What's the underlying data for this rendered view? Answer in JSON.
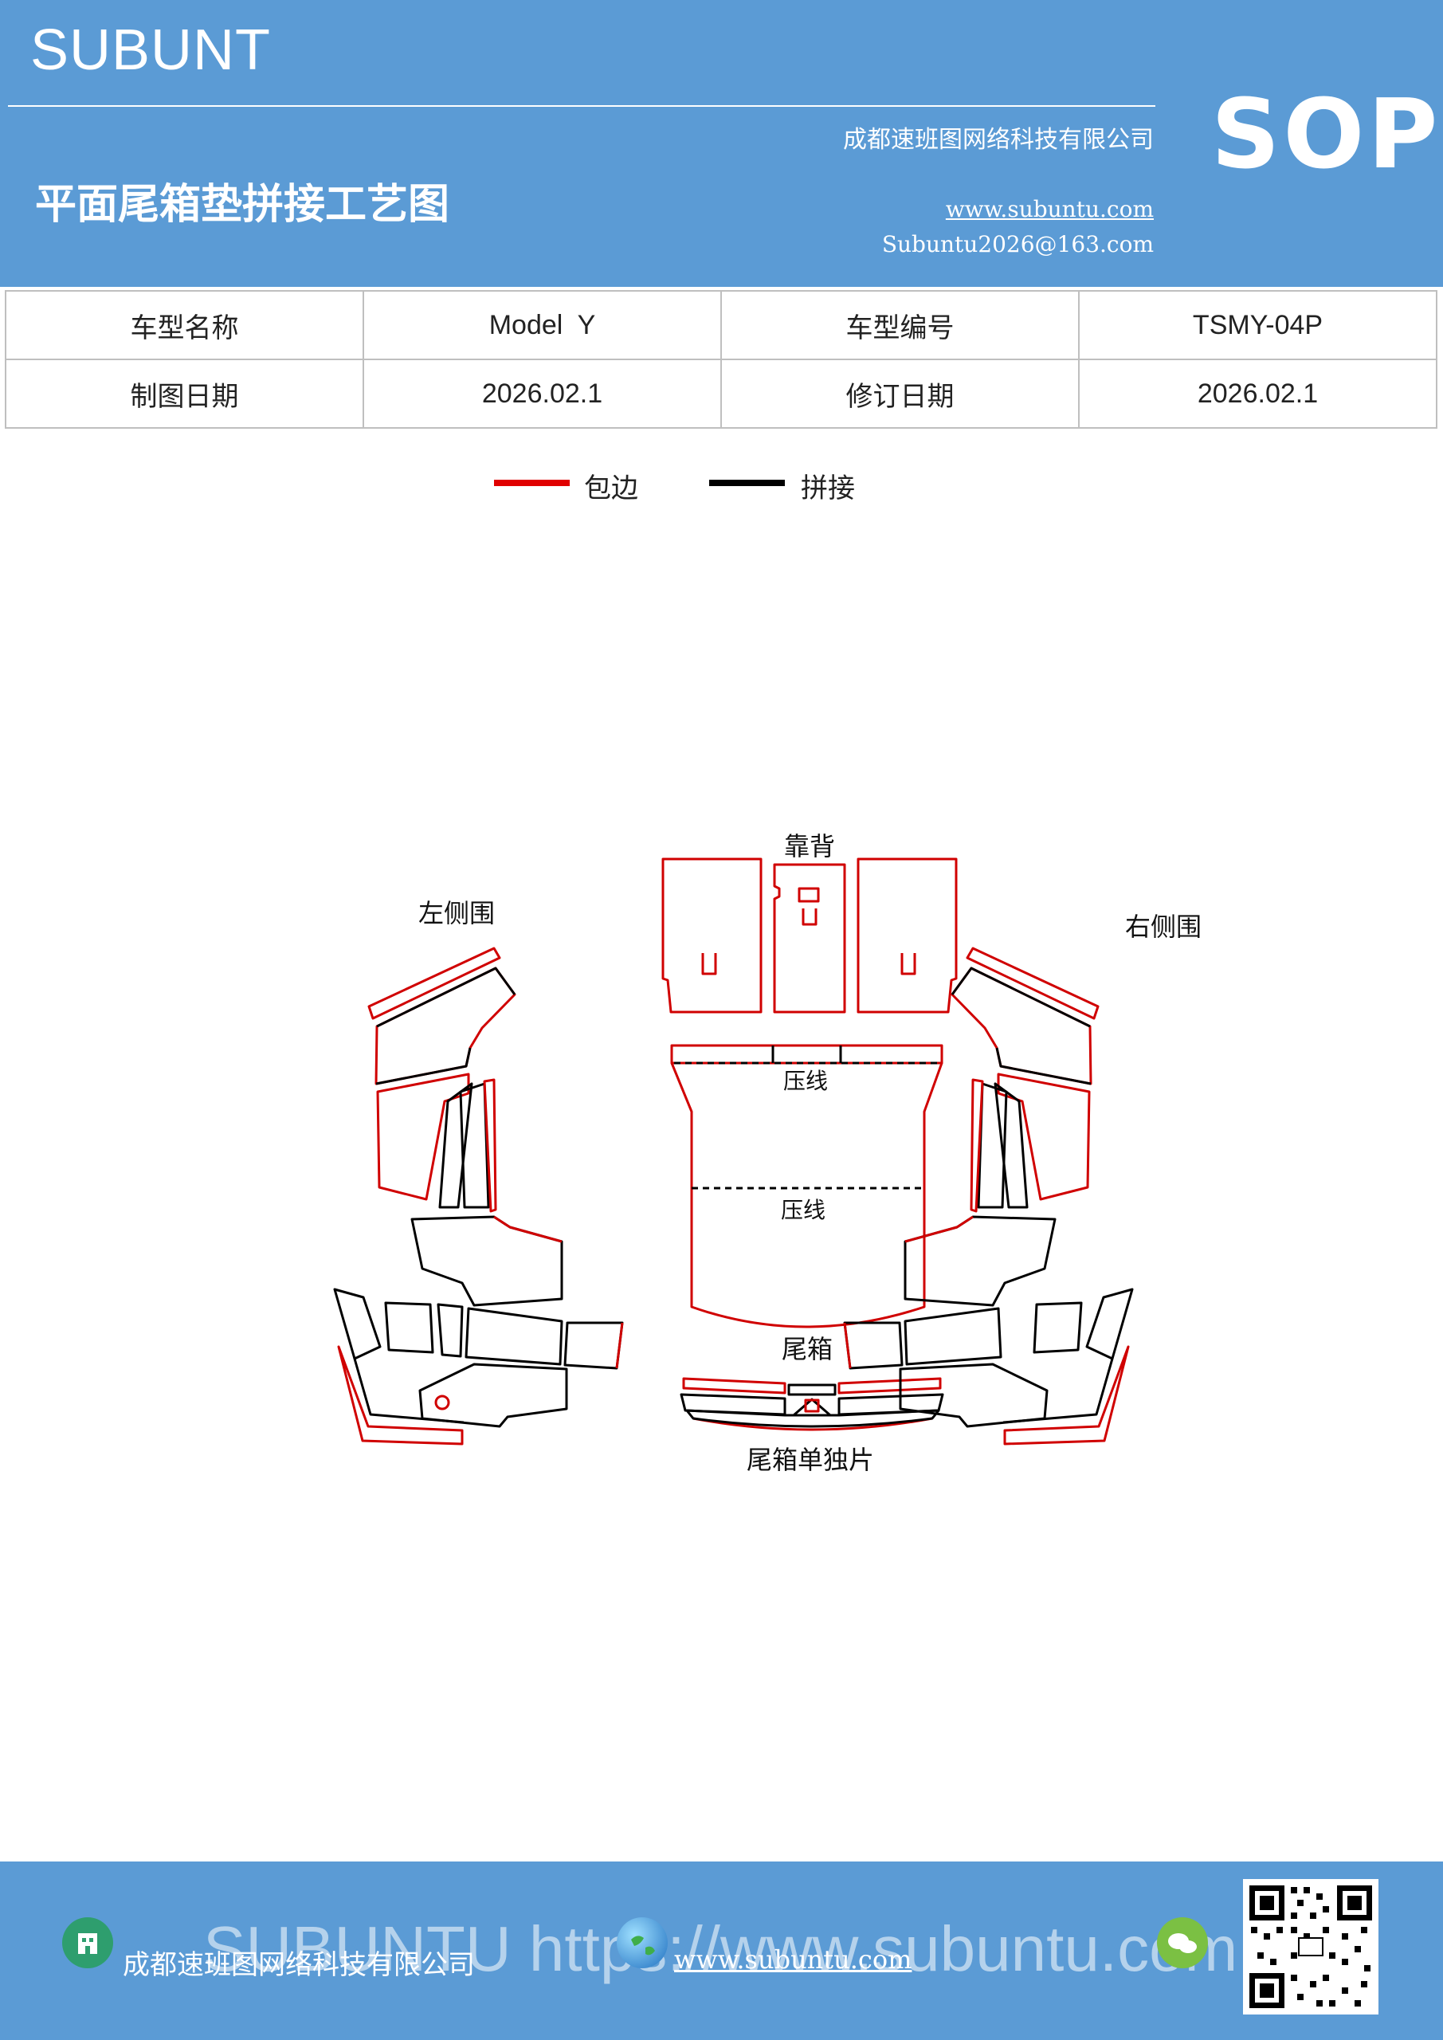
{
  "header": {
    "brand": "SUBUNT",
    "company": "成都速班图网络科技有限公司",
    "doc_title": "平面尾箱垫拼接工艺图",
    "website": "www.subuntu.com",
    "email": "Subuntu2026@163.com",
    "sop_label": "SOP"
  },
  "info_table": {
    "model_name_label": "车型名称",
    "model_name_value": "Model  Y",
    "model_code_label": "车型编号",
    "model_code_value": "TSMY-04P",
    "draw_date_label": "制图日期",
    "draw_date_value": "2026.02.1",
    "revise_date_label": "修订日期",
    "revise_date_value": "2026.02.1"
  },
  "legend": {
    "edge_label": "包边",
    "edge_color": "#e00000",
    "join_label": "拼接",
    "join_color": "#000000"
  },
  "diagram": {
    "backrest_label": "靠背",
    "left_side_label": "左侧围",
    "right_side_label": "右侧围",
    "crease_label_1": "压线",
    "crease_label_2": "压线",
    "trunk_label": "尾箱",
    "trunk_single_label": "尾箱单独片"
  },
  "footer": {
    "company": "成都速班图网络科技有限公司",
    "website": "www.subuntu.com",
    "watermark": "SUBUNTU https://www.subuntu.com",
    "colors": {
      "bar": "#5b9bd5",
      "building_icon": "#2e9e6e",
      "globe_icon": "#3a8fd8",
      "wechat_icon": "#7bc043"
    }
  }
}
